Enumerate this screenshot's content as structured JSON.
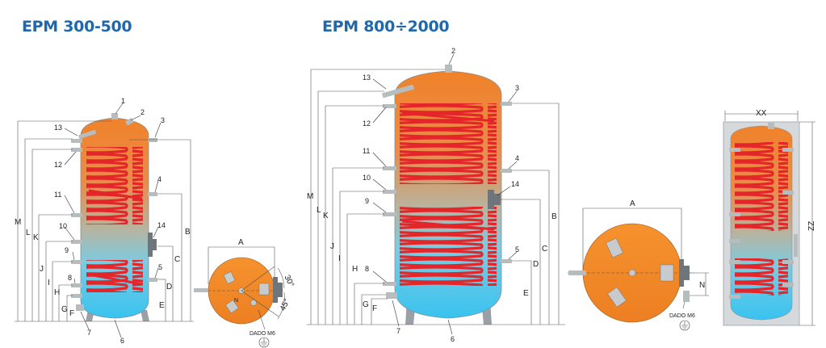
{
  "titles": {
    "left": "EPM 300-500",
    "right": "EPM 800÷2000"
  },
  "left_tank": {
    "callouts": [
      "1",
      "2",
      "3",
      "13",
      "12",
      "11",
      "10",
      "9",
      "8",
      "7",
      "6",
      "4",
      "14",
      "5"
    ],
    "dims_left": [
      "M",
      "L",
      "K",
      "J",
      "I",
      "H",
      "G",
      "F"
    ],
    "dims_right": [
      "B",
      "C",
      "D",
      "E"
    ]
  },
  "left_top_view": {
    "dims": [
      "A",
      "N"
    ],
    "angles": [
      "30°",
      "45°"
    ],
    "ground_label": "DADO M6"
  },
  "right_tank": {
    "callouts": [
      "2",
      "13",
      "3",
      "12",
      "11",
      "4",
      "10",
      "14",
      "9",
      "5",
      "8",
      "7",
      "6"
    ],
    "dims_left": [
      "M",
      "L",
      "K",
      "J",
      "I",
      "H",
      "G",
      "F"
    ],
    "dims_right": [
      "B",
      "C",
      "D",
      "E"
    ]
  },
  "right_top_view": {
    "dims": [
      "A",
      "N"
    ],
    "ground_label": "DADO M6"
  },
  "box_view": {
    "dims": [
      "XX",
      "ZZ"
    ]
  },
  "colors": {
    "title": "#1e69ad",
    "tank_top": "#f0822a",
    "tank_bottom": "#3fc6ee",
    "coil": "#e4252a",
    "fitting": "#b7bcbf",
    "frame": "#d6d9dc"
  }
}
